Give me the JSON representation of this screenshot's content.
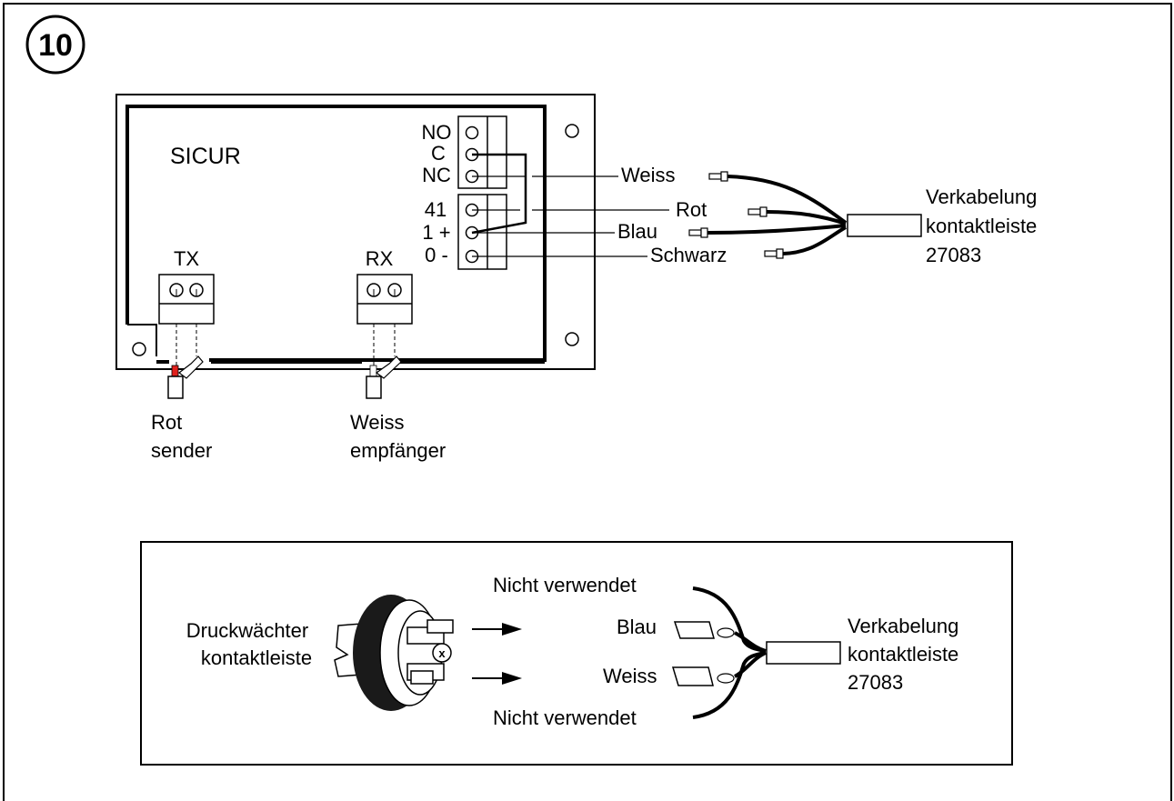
{
  "step_number": "10",
  "controller": {
    "title": "SICUR",
    "terminals_top": [
      "NO",
      "C",
      "NC"
    ],
    "terminals_bottom": [
      "41",
      "1 +",
      "0 -"
    ],
    "tx_label": "TX",
    "rx_label": "RX"
  },
  "wires": {
    "weiss": "Weiss",
    "rot": "Rot",
    "blau": "Blau",
    "schwarz": "Schwarz"
  },
  "harness_label": [
    "Verkabelung",
    "kontaktleiste",
    "27083"
  ],
  "tx_cable": [
    "Rot",
    "sender"
  ],
  "rx_cable": [
    "Weiss",
    "empfänger"
  ],
  "inset": {
    "switch_label": [
      "Druckwächter",
      "kontaktleiste"
    ],
    "unused_top": "Nicht verwendet",
    "unused_bottom": "Nicht verwendet",
    "blau": "Blau",
    "weiss": "Weiss",
    "harness_label": [
      "Verkabelung",
      "kontaktleiste",
      "27083"
    ]
  },
  "colors": {
    "line": "#000000",
    "accent_red": "#e0211d",
    "background": "#ffffff"
  }
}
